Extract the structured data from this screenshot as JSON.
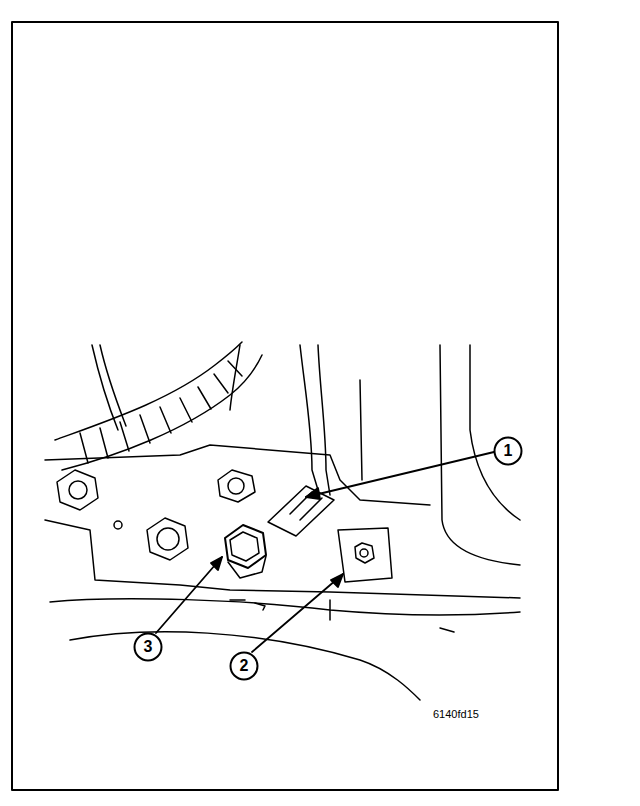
{
  "diagram": {
    "nodes": [
      {
        "text": [
          "1"
        ]
      },
      {
        "text": [
          "3"
        ]
      },
      {
        "text": [
          "2"
        ]
      }
    ],
    "labels": [
      "6140fd15"
    ]
  }
}
